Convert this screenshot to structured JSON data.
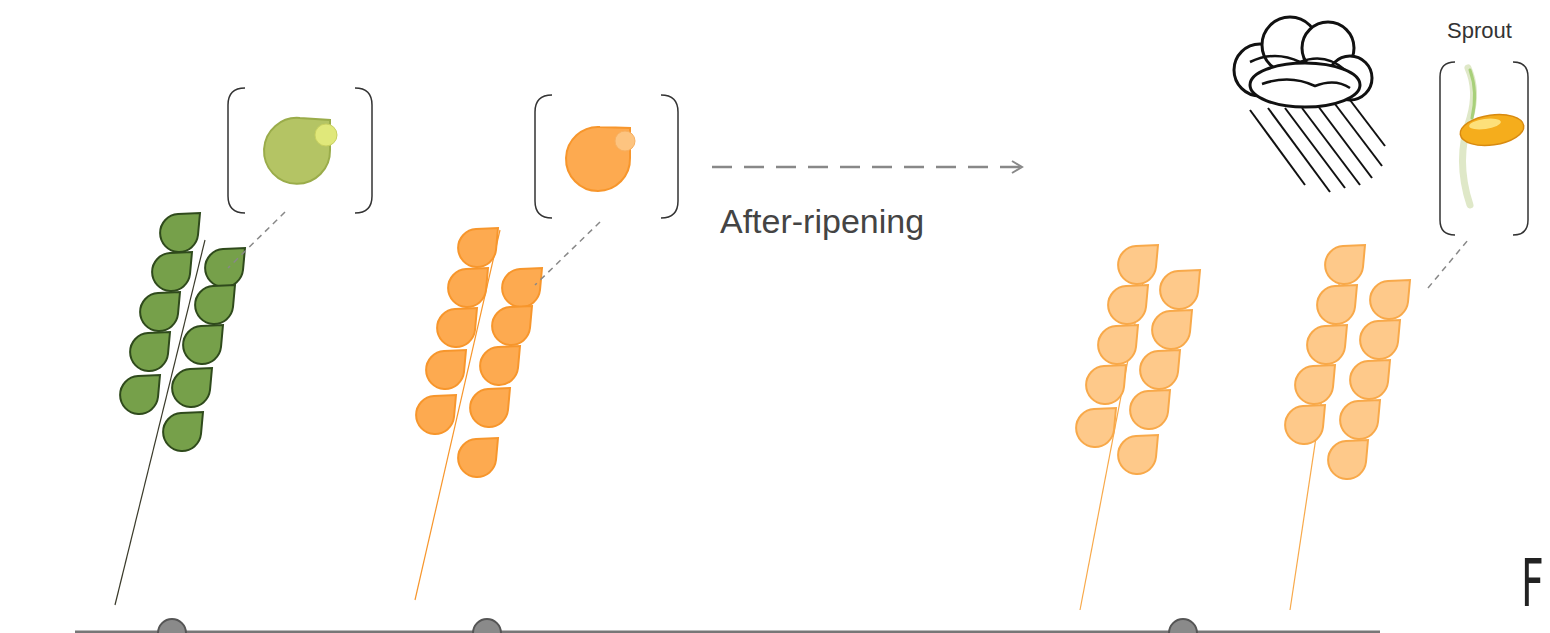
{
  "diagram": {
    "labels": [
      "After-ripening",
      "Sprout",
      "F"
    ]
  }
}
